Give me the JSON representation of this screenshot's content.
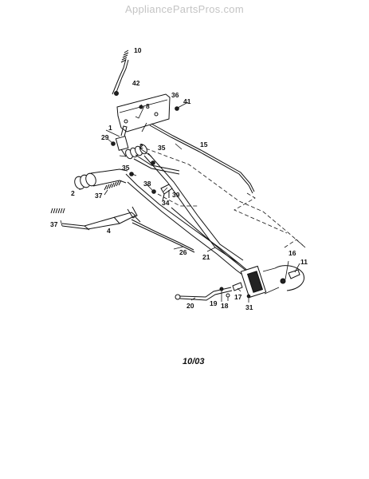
{
  "watermark": "AppliancePartsPros.com",
  "date_code": "10/03",
  "labels": {
    "p10": "10",
    "p42": "42",
    "p36": "36",
    "p8": "8",
    "p41": "41",
    "p1": "1",
    "p29": "29",
    "p2a": "2",
    "p35a": "35",
    "p15": "15",
    "p35b": "35",
    "p38": "38",
    "p39": "39",
    "p34": "34",
    "p2b": "2",
    "p37a": "37",
    "p37b": "37",
    "p4": "4",
    "p26": "26",
    "p21": "21",
    "p16": "16",
    "p11": "11",
    "p17": "17",
    "p19": "19",
    "p18": "18",
    "p31": "31",
    "p20": "20"
  }
}
